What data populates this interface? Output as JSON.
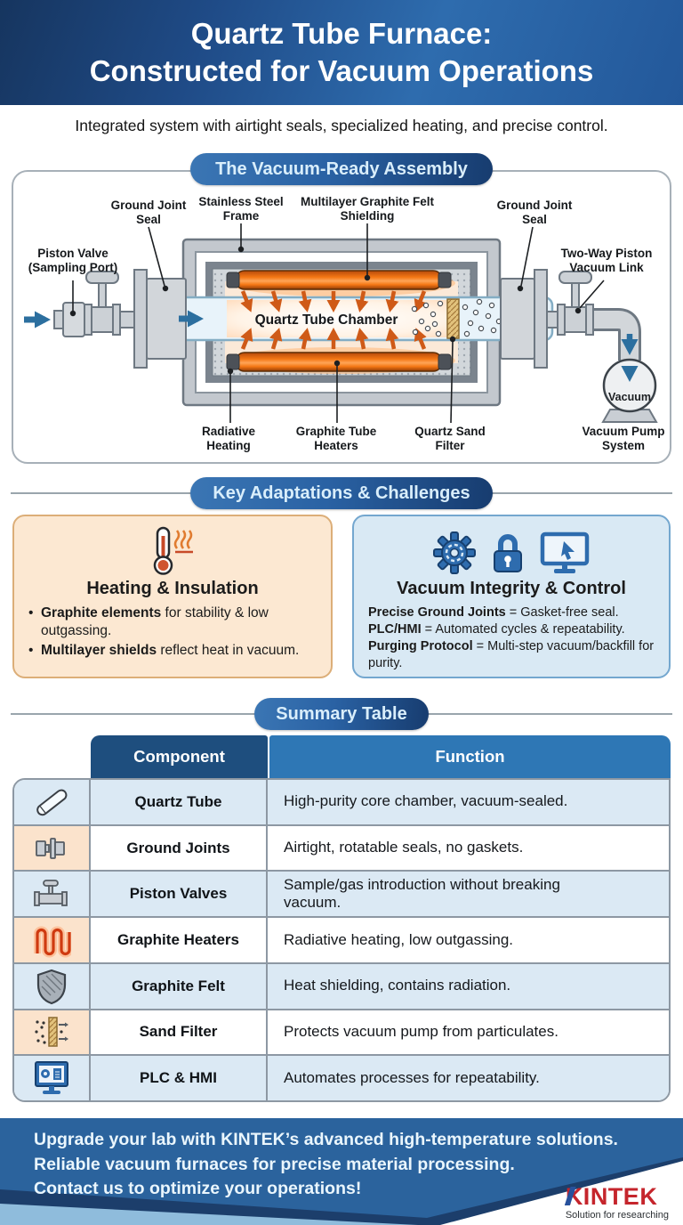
{
  "header": {
    "title_line1": "Quartz Tube Furnace:",
    "title_line2": "Constructed for Vacuum Operations",
    "subtitle": "Integrated system with airtight seals, specialized heating, and precise control."
  },
  "sections": {
    "assembly": "The Vacuum-Ready Assembly",
    "adaptations": "Key Adaptations & Challenges",
    "summary": "Summary Table"
  },
  "diagram": {
    "labels": {
      "piston_valve": "Piston Valve (Sampling Port)",
      "ground_joint_left": "Ground Joint Seal",
      "stainless_frame": "Stainless Steel Frame",
      "multilayer_shielding": "Multilayer Graphite Felt Shielding",
      "ground_joint_right": "Ground Joint Seal",
      "two_way_piston": "Two-Way Piston Vacuum Link",
      "chamber": "Quartz Tube Chamber",
      "radiative_heating": "Radiative Heating",
      "graphite_heaters": "Graphite Tube Heaters",
      "sand_filter": "Quartz Sand Filter",
      "vacuum_pump_system": "Vacuum Pump System",
      "pump_text": "Vacuum"
    }
  },
  "cards": {
    "heating": {
      "title": "Heating & Insulation",
      "bullets": [
        {
          "lead": "Graphite elements",
          "rest": " for stability & low outgassing."
        },
        {
          "lead": "Multilayer shields",
          "rest": " reflect heat in vacuum."
        }
      ]
    },
    "vacuum": {
      "title": "Vacuum Integrity & Control",
      "lines": [
        {
          "lead": "Precise Ground Joints",
          "rest": " = Gasket-free seal."
        },
        {
          "lead": "PLC/HMI",
          "rest": " = Automated cycles & repeatability."
        },
        {
          "lead": "Purging Protocol",
          "rest": " = Multi-step vacuum/backfill for purity."
        }
      ]
    }
  },
  "table": {
    "headers": [
      "Component",
      "Function"
    ],
    "rows": [
      {
        "icon": "quartz-tube-icon",
        "component": "Quartz Tube",
        "function": "High-purity core chamber, vacuum-sealed."
      },
      {
        "icon": "ground-joints-icon",
        "component": "Ground Joints",
        "function": "Airtight, rotatable seals, no gaskets."
      },
      {
        "icon": "piston-valve-icon",
        "component": "Piston Valves",
        "function": "Sample/gas introduction without breaking vacuum."
      },
      {
        "icon": "graphite-heater-icon",
        "component": "Graphite Heaters",
        "function": "Radiative heating, low outgassing."
      },
      {
        "icon": "shield-icon",
        "component": "Graphite Felt",
        "function": "Heat shielding, contains radiation."
      },
      {
        "icon": "sand-filter-icon",
        "component": "Sand Filter",
        "function": "Protects vacuum pump from particulates."
      },
      {
        "icon": "plc-hmi-icon",
        "component": "PLC & HMI",
        "function": "Automates processes for repeatability."
      }
    ]
  },
  "footer": {
    "line1": "Upgrade your lab with KINTEK’s advanced high-temperature solutions.",
    "line2": "Reliable vacuum furnaces for precise material processing.",
    "line3": "Contact us to optimize your operations!",
    "logo": "KINTEK",
    "tagline": "Solution for researching"
  },
  "colors": {
    "header_navy": "#16355f",
    "header_blue": "#2e6cae",
    "pill_blue": "#2a62a4",
    "card_peach": "#fce8d2",
    "card_blue": "#d9e9f4",
    "table_header_dark": "#1e4e7e",
    "table_header_mid": "#2e77b5",
    "row_blue": "#dbe9f4",
    "row_peach": "#fbe3cc",
    "heater_orange": "#f47714",
    "logo_red": "#c5252c",
    "logo_blue": "#27519c"
  }
}
